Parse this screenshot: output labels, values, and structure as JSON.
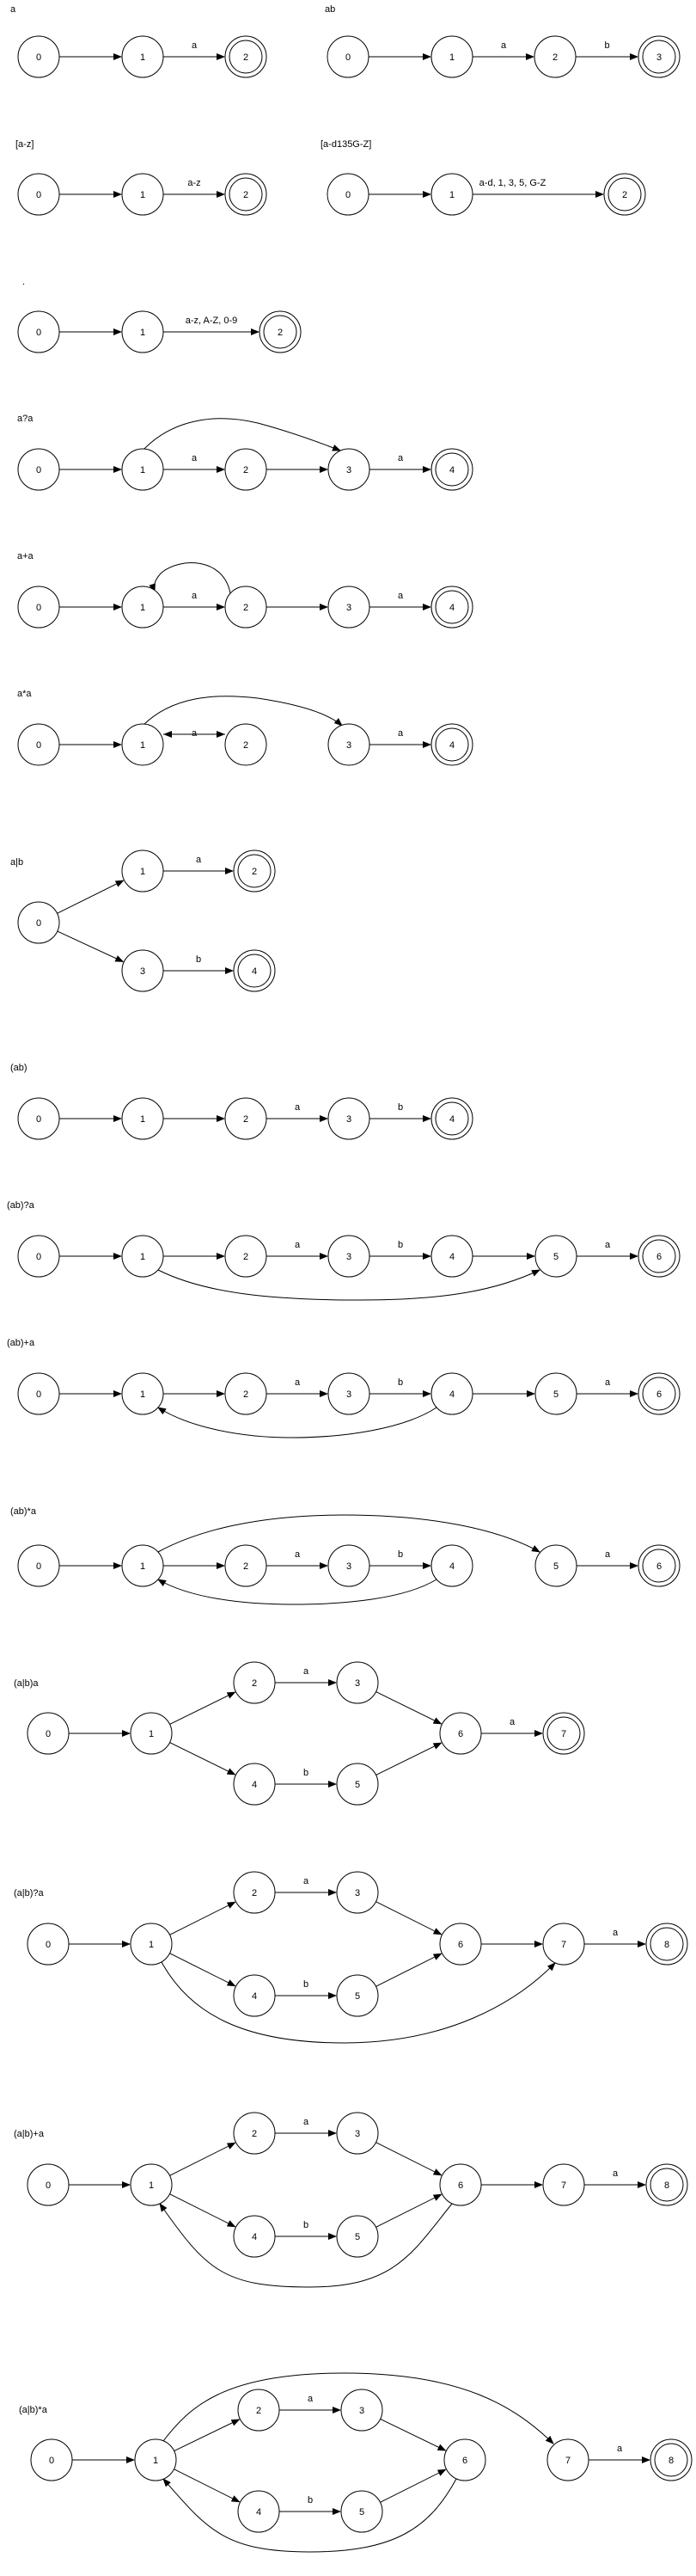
{
  "diagrams": [
    {
      "title": "a",
      "edges": [
        {
          "from": "0",
          "to": "1",
          "label": ""
        },
        {
          "from": "1",
          "to": "2",
          "label": "a"
        }
      ]
    },
    {
      "title": "ab",
      "edges": [
        {
          "from": "0",
          "to": "1",
          "label": ""
        },
        {
          "from": "1",
          "to": "2",
          "label": "a"
        },
        {
          "from": "2",
          "to": "3",
          "label": "b"
        }
      ]
    },
    {
      "title": "[a-z]",
      "edges": [
        {
          "from": "0",
          "to": "1",
          "label": ""
        },
        {
          "from": "1",
          "to": "2",
          "label": "a-z"
        }
      ]
    },
    {
      "title": "[a-d135G-Z]",
      "edges": [
        {
          "from": "0",
          "to": "1",
          "label": ""
        },
        {
          "from": "1",
          "to": "2",
          "label": "a-d, 1, 3, 5, G-Z"
        }
      ]
    },
    {
      "title": ".",
      "edges": [
        {
          "from": "0",
          "to": "1",
          "label": ""
        },
        {
          "from": "1",
          "to": "2",
          "label": "a-z, A-Z, 0-9"
        }
      ]
    },
    {
      "title": "a?a",
      "edges": [
        {
          "from": "0",
          "to": "1",
          "label": ""
        },
        {
          "from": "1",
          "to": "2",
          "label": "a"
        },
        {
          "from": "2",
          "to": "3",
          "label": ""
        },
        {
          "from": "1",
          "to": "3",
          "label": ""
        },
        {
          "from": "3",
          "to": "4",
          "label": "a"
        }
      ]
    },
    {
      "title": "a+a",
      "edges": [
        {
          "from": "0",
          "to": "1",
          "label": ""
        },
        {
          "from": "1",
          "to": "2",
          "label": "a"
        },
        {
          "from": "2",
          "to": "1",
          "label": ""
        },
        {
          "from": "2",
          "to": "3",
          "label": ""
        },
        {
          "from": "3",
          "to": "4",
          "label": "a"
        }
      ]
    },
    {
      "title": "a*a",
      "edges": [
        {
          "from": "0",
          "to": "1",
          "label": ""
        },
        {
          "from": "1",
          "to": "2",
          "label": "a"
        },
        {
          "from": "2",
          "to": "1",
          "label": ""
        },
        {
          "from": "1",
          "to": "3",
          "label": ""
        },
        {
          "from": "3",
          "to": "4",
          "label": "a"
        }
      ]
    },
    {
      "title": "a|b",
      "edges": [
        {
          "from": "0",
          "to": "1",
          "label": ""
        },
        {
          "from": "0",
          "to": "3",
          "label": ""
        },
        {
          "from": "1",
          "to": "2",
          "label": "a"
        },
        {
          "from": "3",
          "to": "4",
          "label": "b"
        }
      ]
    },
    {
      "title": "(ab)",
      "edges": [
        {
          "from": "0",
          "to": "1",
          "label": ""
        },
        {
          "from": "1",
          "to": "2",
          "label": ""
        },
        {
          "from": "2",
          "to": "3",
          "label": "a"
        },
        {
          "from": "3",
          "to": "4",
          "label": "b"
        }
      ]
    },
    {
      "title": "(ab)?a",
      "edges": [
        {
          "from": "0",
          "to": "1",
          "label": ""
        },
        {
          "from": "1",
          "to": "2",
          "label": ""
        },
        {
          "from": "2",
          "to": "3",
          "label": "a"
        },
        {
          "from": "3",
          "to": "4",
          "label": "b"
        },
        {
          "from": "4",
          "to": "5",
          "label": ""
        },
        {
          "from": "1",
          "to": "5",
          "label": ""
        },
        {
          "from": "5",
          "to": "6",
          "label": "a"
        }
      ]
    },
    {
      "title": "(ab)+a",
      "edges": [
        {
          "from": "0",
          "to": "1",
          "label": ""
        },
        {
          "from": "1",
          "to": "2",
          "label": ""
        },
        {
          "from": "2",
          "to": "3",
          "label": "a"
        },
        {
          "from": "3",
          "to": "4",
          "label": "b"
        },
        {
          "from": "4",
          "to": "1",
          "label": ""
        },
        {
          "from": "4",
          "to": "5",
          "label": ""
        },
        {
          "from": "5",
          "to": "6",
          "label": "a"
        }
      ]
    },
    {
      "title": "(ab)*a",
      "edges": [
        {
          "from": "0",
          "to": "1",
          "label": ""
        },
        {
          "from": "1",
          "to": "2",
          "label": ""
        },
        {
          "from": "2",
          "to": "3",
          "label": "a"
        },
        {
          "from": "3",
          "to": "4",
          "label": "b"
        },
        {
          "from": "4",
          "to": "1",
          "label": ""
        },
        {
          "from": "1",
          "to": "5",
          "label": ""
        },
        {
          "from": "5",
          "to": "6",
          "label": "a"
        }
      ]
    },
    {
      "title": "(a|b)a",
      "edges": [
        {
          "from": "0",
          "to": "1",
          "label": ""
        },
        {
          "from": "1",
          "to": "2",
          "label": ""
        },
        {
          "from": "1",
          "to": "4",
          "label": ""
        },
        {
          "from": "2",
          "to": "3",
          "label": "a"
        },
        {
          "from": "4",
          "to": "5",
          "label": "b"
        },
        {
          "from": "3",
          "to": "6",
          "label": ""
        },
        {
          "from": "5",
          "to": "6",
          "label": ""
        },
        {
          "from": "6",
          "to": "7",
          "label": "a"
        }
      ]
    },
    {
      "title": "(a|b)?a",
      "edges": [
        {
          "from": "0",
          "to": "1",
          "label": ""
        },
        {
          "from": "1",
          "to": "2",
          "label": ""
        },
        {
          "from": "1",
          "to": "4",
          "label": ""
        },
        {
          "from": "2",
          "to": "3",
          "label": "a"
        },
        {
          "from": "4",
          "to": "5",
          "label": "b"
        },
        {
          "from": "3",
          "to": "6",
          "label": ""
        },
        {
          "from": "5",
          "to": "6",
          "label": ""
        },
        {
          "from": "6",
          "to": "7",
          "label": ""
        },
        {
          "from": "1",
          "to": "7",
          "label": ""
        },
        {
          "from": "7",
          "to": "8",
          "label": "a"
        }
      ]
    },
    {
      "title": "(a|b)+a",
      "edges": [
        {
          "from": "0",
          "to": "1",
          "label": ""
        },
        {
          "from": "1",
          "to": "2",
          "label": ""
        },
        {
          "from": "1",
          "to": "4",
          "label": ""
        },
        {
          "from": "2",
          "to": "3",
          "label": "a"
        },
        {
          "from": "4",
          "to": "5",
          "label": "b"
        },
        {
          "from": "3",
          "to": "6",
          "label": ""
        },
        {
          "from": "5",
          "to": "6",
          "label": ""
        },
        {
          "from": "6",
          "to": "1",
          "label": ""
        },
        {
          "from": "6",
          "to": "7",
          "label": ""
        },
        {
          "from": "7",
          "to": "8",
          "label": "a"
        }
      ]
    },
    {
      "title": "(a|b)*a",
      "edges": [
        {
          "from": "0",
          "to": "1",
          "label": ""
        },
        {
          "from": "1",
          "to": "2",
          "label": ""
        },
        {
          "from": "1",
          "to": "4",
          "label": ""
        },
        {
          "from": "2",
          "to": "3",
          "label": "a"
        },
        {
          "from": "4",
          "to": "5",
          "label": "b"
        },
        {
          "from": "3",
          "to": "6",
          "label": ""
        },
        {
          "from": "5",
          "to": "6",
          "label": ""
        },
        {
          "from": "6",
          "to": "1",
          "label": ""
        },
        {
          "from": "1",
          "to": "7",
          "label": ""
        },
        {
          "from": "7",
          "to": "8",
          "label": "a"
        }
      ]
    }
  ]
}
